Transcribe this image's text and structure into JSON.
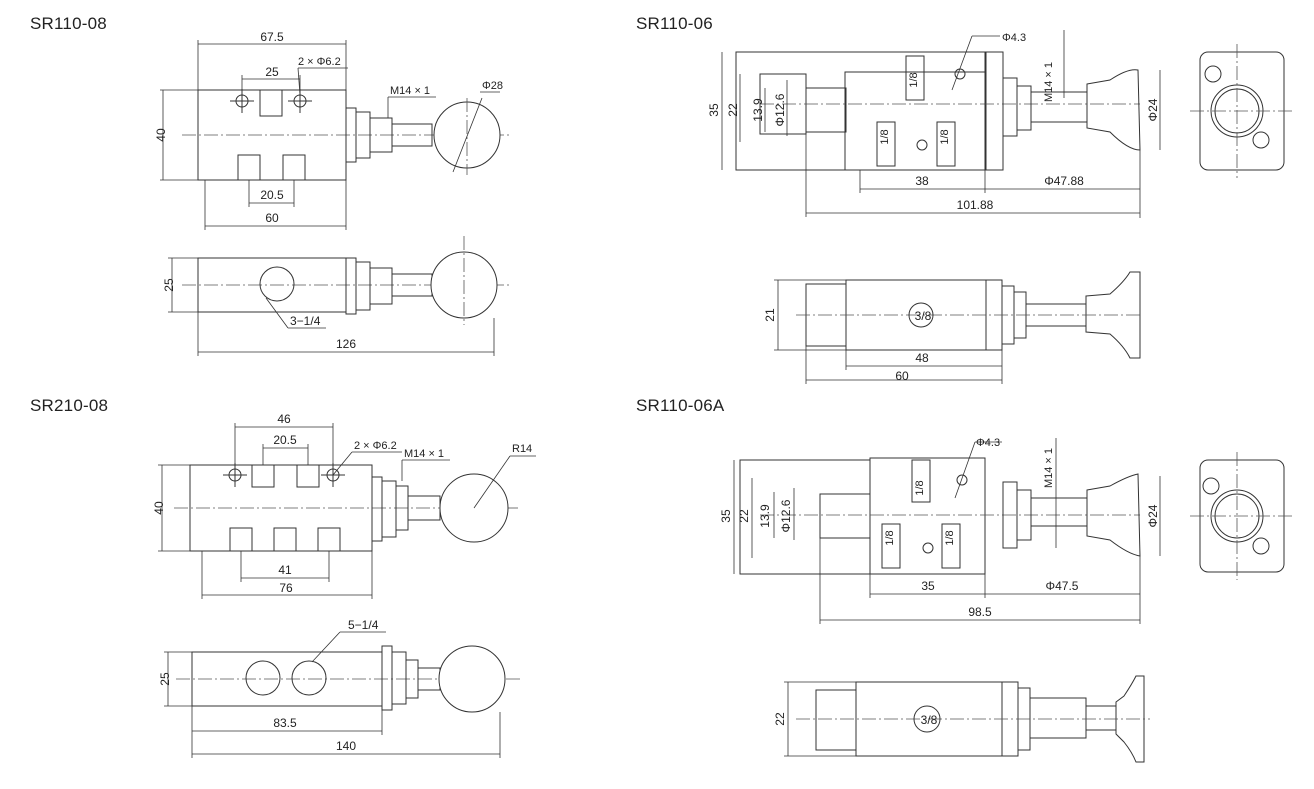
{
  "titles": {
    "sr110_08": "SR110-08",
    "sr110_06": "SR110-06",
    "sr210_08": "SR210-08",
    "sr110_06a": "SR110-06A"
  },
  "sr110_08": {
    "d_67_5": "67.5",
    "d_25": "25",
    "d_2x62": "2 × Φ6.2",
    "d_m14": "M14 × 1",
    "d_phi28": "Φ28",
    "d_40": "40",
    "d_20_5": "20.5",
    "d_60": "60",
    "side_25": "25",
    "port": "3−1/4",
    "d_126": "126"
  },
  "sr110_06": {
    "d_phi43": "Φ4.3",
    "d_m14": "M14 × 1",
    "d_35": "35",
    "d_22": "22",
    "d_13_9": "13.9",
    "d_phi126": "Φ12.6",
    "port_a": "1/8",
    "port_b": "1/8",
    "port_c": "1/8",
    "d_phi24": "Φ24",
    "d_38": "38",
    "d_phi4788": "Φ47.88",
    "d_101_88": "101.88",
    "side_21": "21",
    "port_38": "3/8",
    "d_48": "48",
    "d_60": "60"
  },
  "sr210_08": {
    "d_46": "46",
    "d_20_5": "20.5",
    "d_2x62": "2 × Φ6.2",
    "d_m14": "M14 × 1",
    "d_r14": "R14",
    "d_40": "40",
    "d_41": "41",
    "d_76": "76",
    "side_25": "25",
    "port": "5−1/4",
    "d_83_5": "83.5",
    "d_140": "140"
  },
  "sr110_06a": {
    "d_phi43": "Φ4.3",
    "d_m14": "M14 × 1",
    "d_35": "35",
    "d_22": "22",
    "d_13_9": "13.9",
    "d_phi126": "Φ12.6",
    "port_a": "1/8",
    "port_b": "1/8",
    "port_c": "1/8",
    "d_phi24": "Φ24",
    "d_35w": "35",
    "d_phi475": "Φ47.5",
    "d_98_5": "98.5",
    "side_22": "22",
    "port_38": "3/8"
  }
}
